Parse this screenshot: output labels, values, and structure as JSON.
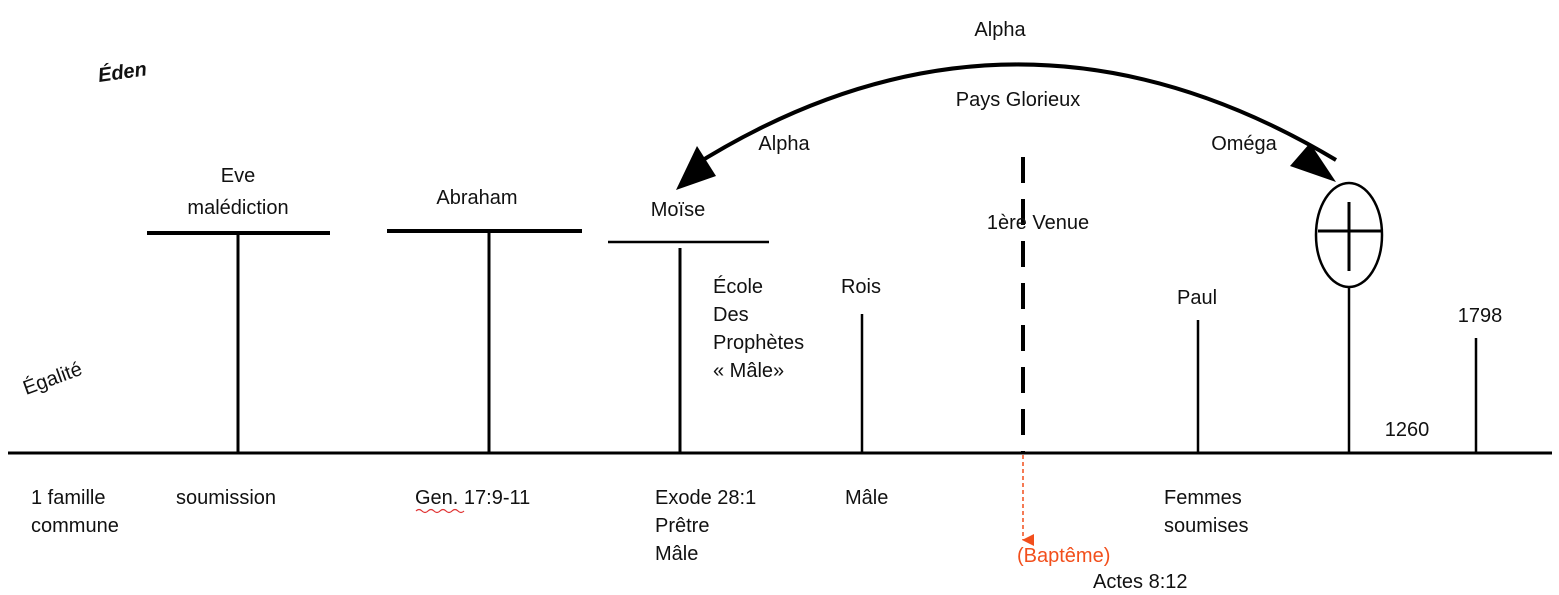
{
  "arc": {
    "outer_label": "Alpha",
    "inner_label": "Pays  Glorieux",
    "left_label": "Alpha",
    "right_label": "Oméga"
  },
  "side_labels": {
    "eden": "Éden",
    "egalite": "Égalité"
  },
  "figures": {
    "eve_line1": "Eve",
    "eve_line2": "malédiction",
    "abraham": "Abraham",
    "moise": "Moïse",
    "ecole_line1": "École",
    "ecole_line2": "Des",
    "ecole_line3": "Prophètes",
    "ecole_line4": "« Mâle»",
    "rois": "Rois",
    "premiere_venue": "1ère  Venue",
    "paul": "Paul",
    "year_1798": "1798",
    "year_1260": "1260"
  },
  "bottom_labels": {
    "famille_line1": "1 famille",
    "famille_line2": "commune",
    "soumission": "soumission",
    "gen": "Gen. 17:9-11",
    "exode_line1": "Exode 28:1",
    "exode_line2": "Prêtre",
    "exode_line3": "Mâle",
    "male": "Mâle",
    "femmes_line1": "Femmes",
    "femmes_line2": "soumises",
    "bapteme": "(Baptême)",
    "actes": "Actes 8:12"
  },
  "colors": {
    "line": "#000000",
    "baptism_accent": "#f24f1c"
  }
}
